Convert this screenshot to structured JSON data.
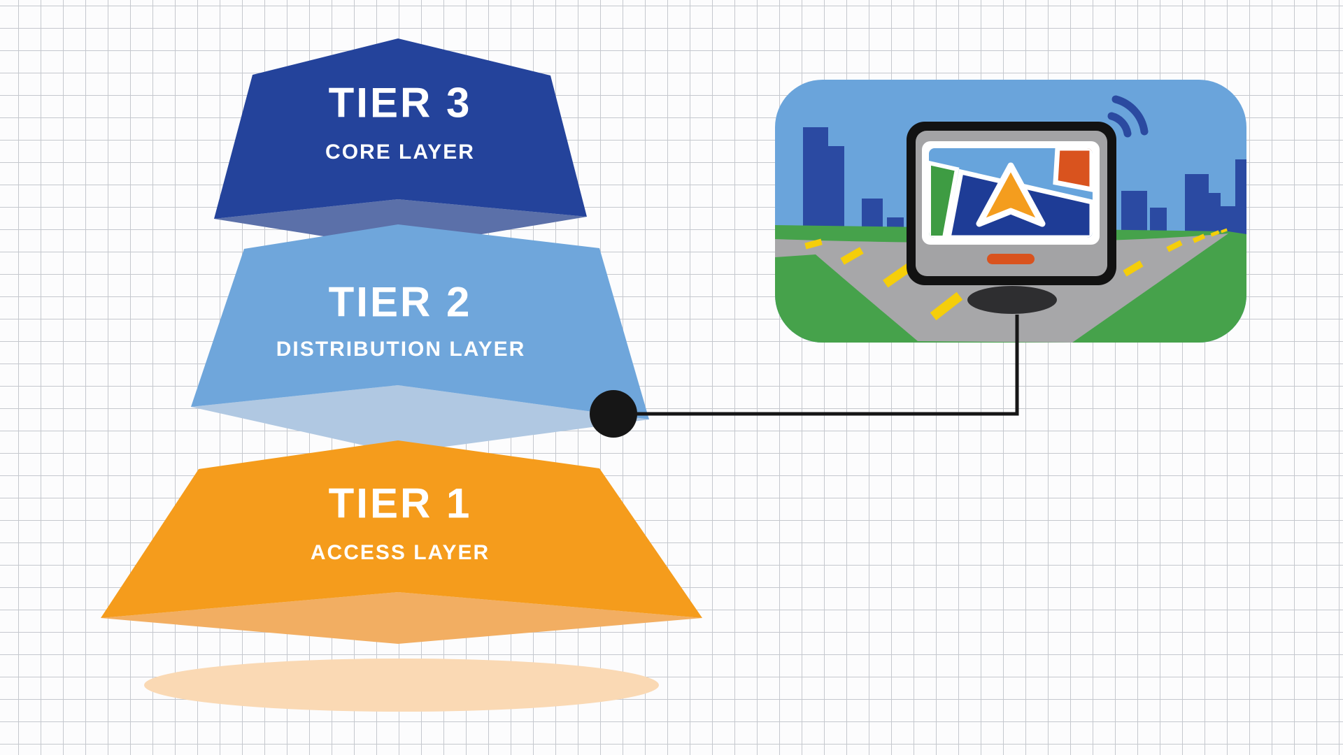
{
  "diagram": {
    "tiers": [
      {
        "id": "tier-3",
        "title": "TIER 3",
        "subtitle": "CORE LAYER"
      },
      {
        "id": "tier-2",
        "title": "TIER 2",
        "subtitle": "DISTRIBUTION LAYER"
      },
      {
        "id": "tier-1",
        "title": "TIER 1",
        "subtitle": "ACCESS LAYER"
      }
    ]
  },
  "illustration": {
    "icons": {
      "signal": "wifi-signal-icon",
      "navigation": "navigation-arrow-icon"
    }
  },
  "colors": {
    "background": "#FCFCFD",
    "grid_line": "#C5C8CE",
    "tier3_main": "#24439B",
    "tier3_underside": "#5B70A9",
    "tier2_main": "#6FA6DB",
    "tier2_underside": "#B0C8E2",
    "tier1_main": "#F59C1C",
    "tier1_underside": "#F2AE62",
    "ground_shadow": "#FAD9B4",
    "label_text": "#FFFFFF",
    "connector": "#161616",
    "card_sky": "#6AA4DB",
    "skyline": "#2B4AA2",
    "grass": "#46A24B",
    "road": "#A7A7A9",
    "road_marking": "#F5CE0A",
    "device_frame": "#121212",
    "device_bezel": "#A3A3A5",
    "screen_border": "#FFFFFF",
    "map_sky": "#67A4DC",
    "map_green": "#3E9C43",
    "map_blue": "#1E3C96",
    "map_red": "#D9531E",
    "accent_bar": "#D9531E",
    "arrow_orange": "#F49D1E",
    "signal_icon": "#2B4AA0",
    "knob": "#2E2E30"
  }
}
